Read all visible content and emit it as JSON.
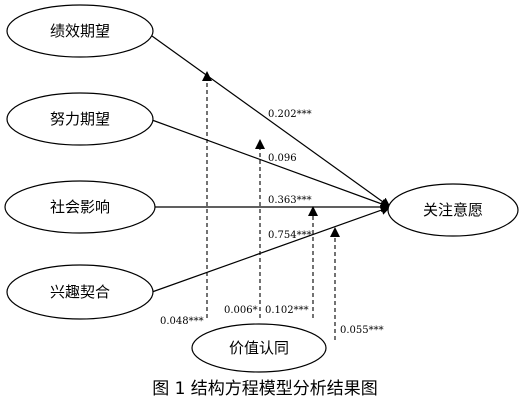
{
  "nodes": {
    "performance_expectancy": "绩效期望",
    "effort_expectancy": "努力期望",
    "social_influence": "社会影响",
    "interest_fit": "兴趣契合",
    "intention_to_follow": "关注意愿",
    "value_identity": "价值认同"
  },
  "paths": {
    "performance_expectancy": "0.202***",
    "effort_expectancy": "0.096",
    "social_influence": "0.363***",
    "interest_fit": "0.754***"
  },
  "moderation": {
    "on_performance": "0.048***",
    "on_effort": "0.006*",
    "on_social": "0.102***",
    "on_interest": "0.055***"
  },
  "caption": "图 1  结构方程模型分析结果图"
}
